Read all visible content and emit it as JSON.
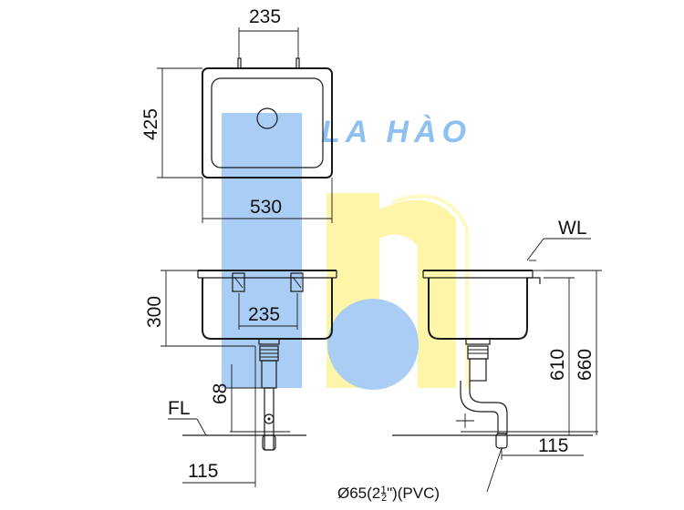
{
  "watermark": {
    "text": "LA HÀO",
    "color_blue": "#8fc0f2",
    "color_yellow": "#fdf5a0"
  },
  "top_view": {
    "width_dim": "530",
    "depth_dim": "425",
    "faucet_spacing_dim": "235"
  },
  "front_view": {
    "height_dim": "300",
    "bracket_spacing_dim": "235",
    "drain_height_dim": "68",
    "floor_label": "FL",
    "offset_dim": "115"
  },
  "side_view": {
    "water_level_label": "WL",
    "dim_610": "610",
    "dim_660": "660",
    "offset_dim": "115"
  },
  "drain_spec": {
    "prefix": "Ø65(2",
    "frac_num": "1",
    "frac_den": "2",
    "suffix": "\")(PVC)"
  }
}
